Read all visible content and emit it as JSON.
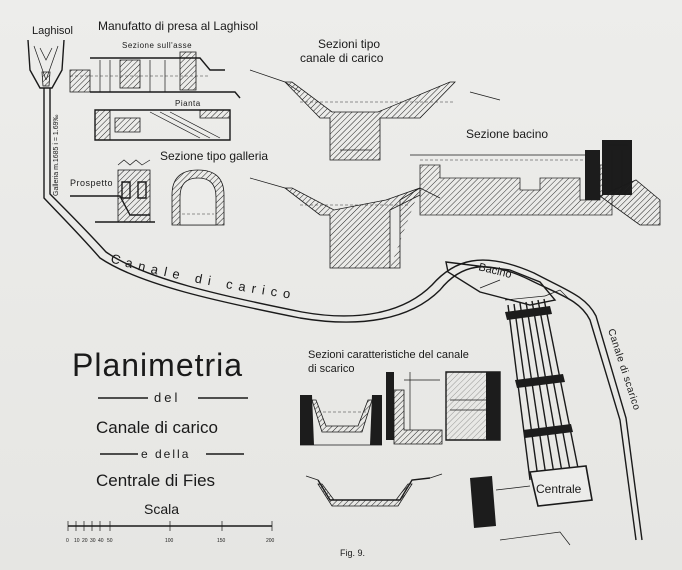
{
  "labels": {
    "laghisol": "Laghisol",
    "intake_title": "Manufatto di presa al Laghisol",
    "intake_section": "Sezione sull'asse",
    "pianta": "Pianta",
    "prospetto": "Prospetto",
    "gallery_section": "Sezione tipo galleria",
    "canal_sections": "Sezioni tipo\ncanale di carico",
    "basin_section": "Sezione bacino",
    "galleria_label": "Galleria m.1685 i = 1.69‰",
    "canal_name": "Canale di carico",
    "bacino": "Bacino",
    "discharge_sections": "Sezioni caratteristiche del canale\ndi scarico",
    "canale_scarico": "Canale di scarico",
    "centrale": "Centrale",
    "fig": "Fig. 9."
  },
  "title_block": {
    "line1": "Planimetria",
    "line2": "del",
    "line3": "Canale di carico",
    "line4": "e della",
    "line5": "Centrale di Fies",
    "line6": "Scala"
  },
  "scale": {
    "ticks": [
      "0",
      "10",
      "20",
      "30",
      "40",
      "50",
      "100",
      "150",
      "200"
    ]
  }
}
